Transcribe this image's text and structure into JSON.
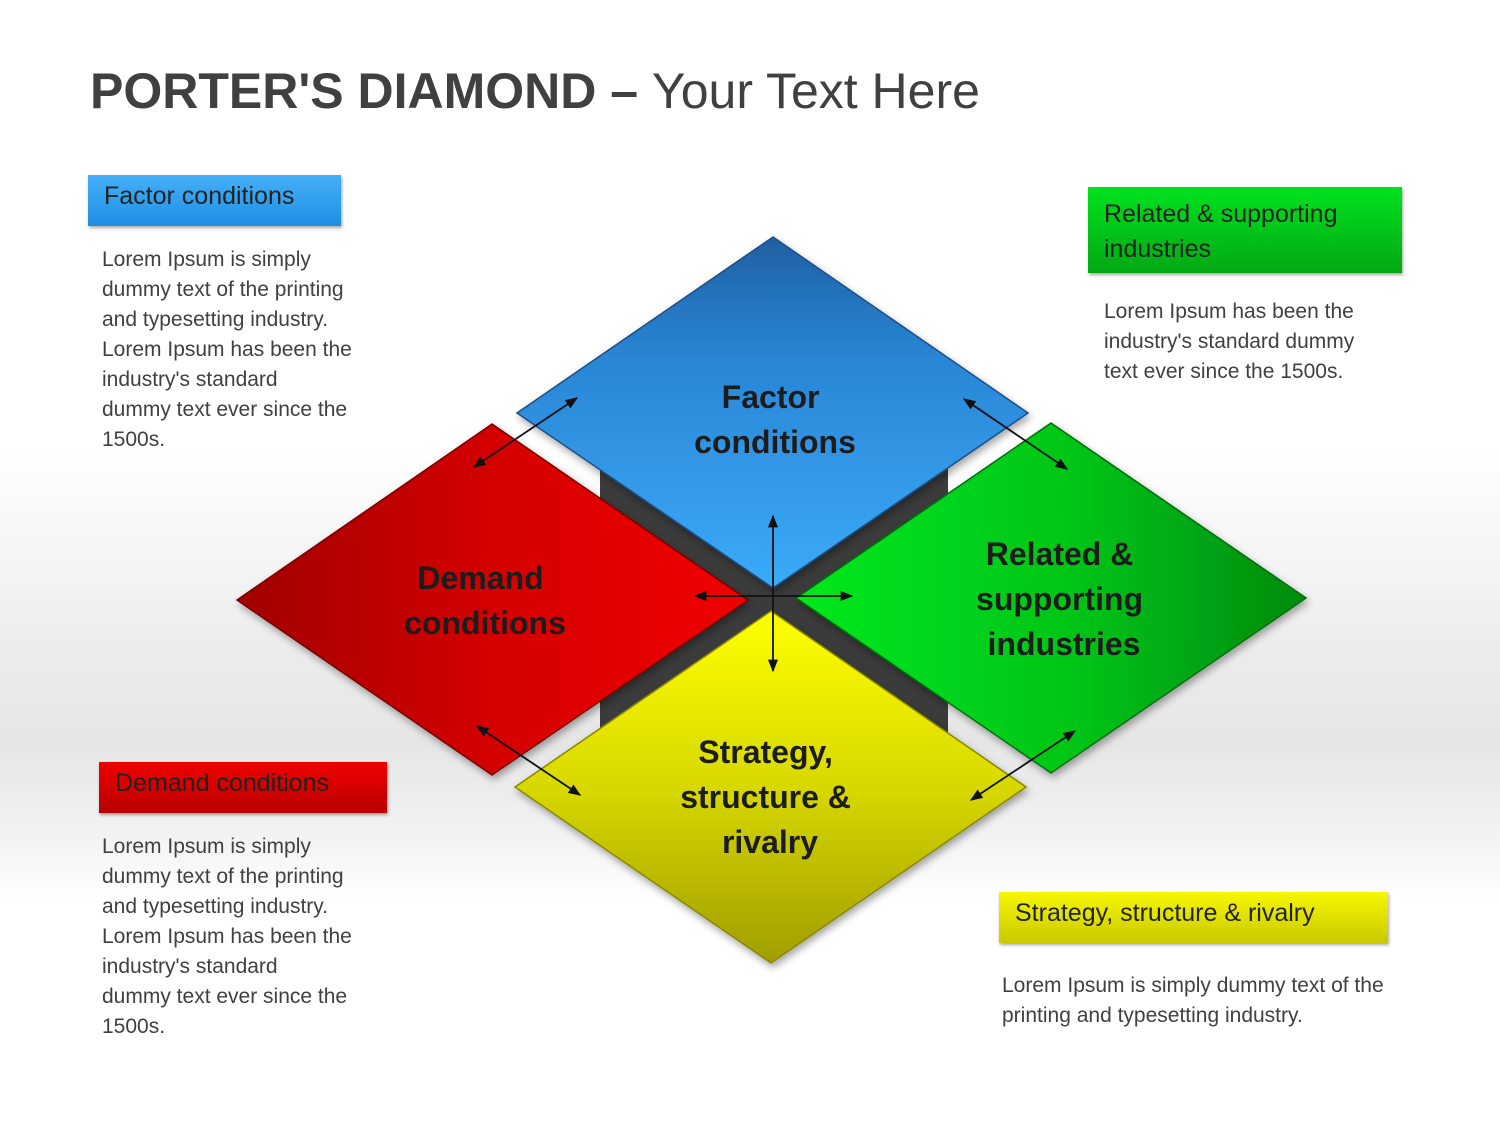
{
  "title": {
    "bold": "PORTER'S DIAMOND",
    "dash": " – ",
    "rest": "Your Text Here"
  },
  "colors": {
    "factor": "#2a8de0",
    "demand": "#d90000",
    "related": "#00b800",
    "strategy": "#e0e000",
    "cross": "#3a3a3a"
  },
  "diamonds": {
    "factor": [
      "Factor",
      "conditions"
    ],
    "demand": [
      "Demand",
      "conditions"
    ],
    "related": [
      "Related &",
      "supporting",
      "industries"
    ],
    "strategy": [
      "Strategy,",
      "structure &",
      "rivalry"
    ]
  },
  "panels": {
    "factor": {
      "label": "Factor conditions",
      "text": "Lorem Ipsum is simply dummy text of the printing and typesetting industry. Lorem Ipsum has been the industry's standard dummy text ever since the 1500s."
    },
    "related": {
      "label": "Related & supporting industries",
      "text": "Lorem Ipsum has been the industry's standard dummy text ever since the 1500s."
    },
    "demand": {
      "label": "Demand conditions",
      "text": "Lorem Ipsum is simply dummy text of the printing and typesetting industry. Lorem Ipsum has been the industry's standard dummy text ever since the 1500s."
    },
    "strategy": {
      "label": "Strategy, structure & rivalry",
      "text": "Lorem Ipsum is simply dummy text of the printing and typesetting industry."
    }
  }
}
